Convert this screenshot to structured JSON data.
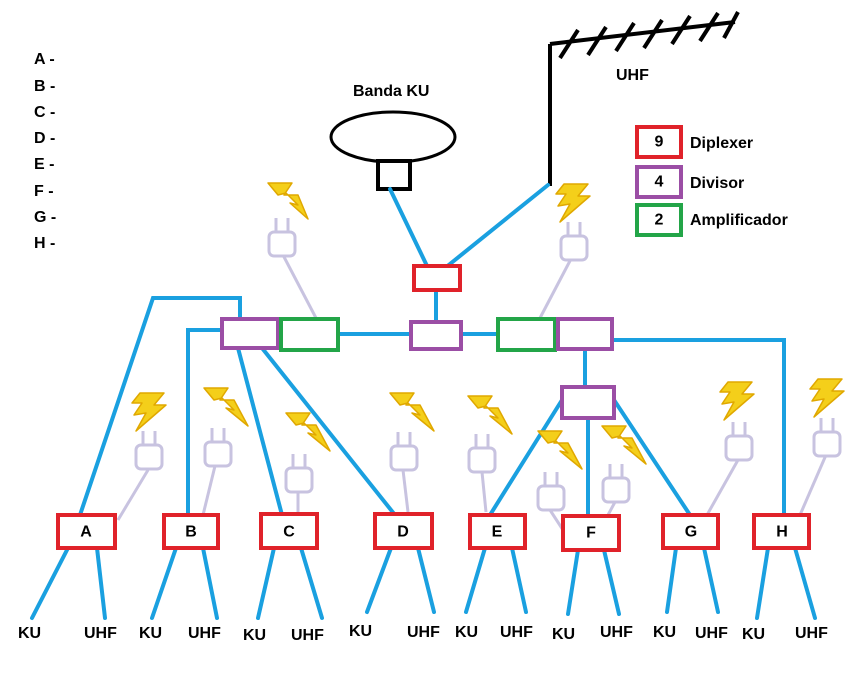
{
  "side_list": [
    "A -",
    "B -",
    "C -",
    "D -",
    "E -",
    "F -",
    "G -",
    "H -"
  ],
  "dish_label": "Banda KU",
  "antenna_label": "UHF",
  "legend": [
    {
      "count": "9",
      "name": "Diplexer",
      "color": "#e0222a"
    },
    {
      "count": "4",
      "name": "Divisor",
      "color": "#9b4ea5"
    },
    {
      "count": "2",
      "name": "Amplificador",
      "color": "#23a548"
    }
  ],
  "outlets": [
    "A",
    "B",
    "C",
    "D",
    "E",
    "F",
    "G",
    "H"
  ],
  "outputs": [
    [
      "KU",
      "UHF"
    ],
    [
      "KU",
      "UHF"
    ],
    [
      "KU",
      "UHF"
    ],
    [
      "KU",
      "UHF"
    ],
    [
      "KU",
      "UHF"
    ],
    [
      "KU",
      "UHF"
    ],
    [
      "KU",
      "UHF"
    ],
    [
      "KU",
      "UHF"
    ]
  ],
  "colors": {
    "cable": "#1aa0e0",
    "power": "#f4cf1a",
    "plug": "#c8c3e0"
  }
}
